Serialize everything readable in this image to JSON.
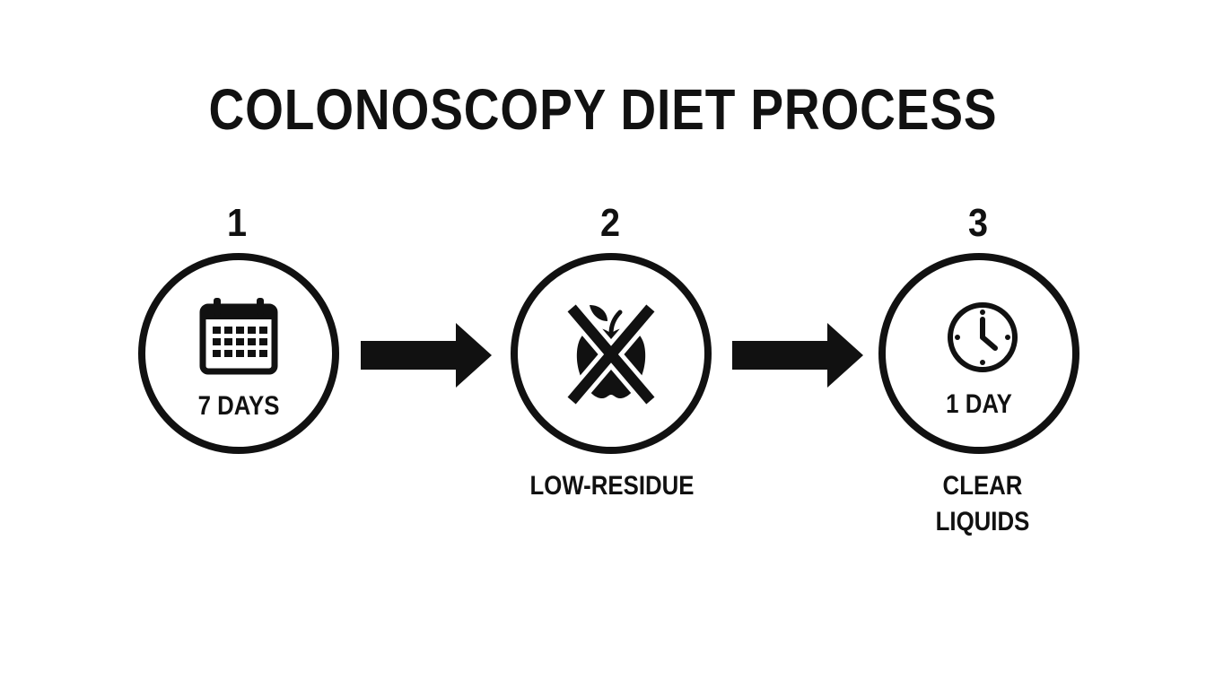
{
  "title": "COLONOSCOPY DIET PROCESS",
  "steps": [
    {
      "number": "1",
      "icon": "calendar-icon",
      "circle_label": "7 DAYS",
      "caption": ""
    },
    {
      "number": "2",
      "icon": "no-apple-icon",
      "circle_label": "",
      "caption": "LOW-RESIDUE"
    },
    {
      "number": "3",
      "icon": "clock-icon",
      "circle_label": "1 DAY",
      "caption_line1": "CLEAR",
      "caption_line2": "LIQUIDS"
    }
  ],
  "colors": {
    "ink": "#111111",
    "background": "#ffffff"
  }
}
